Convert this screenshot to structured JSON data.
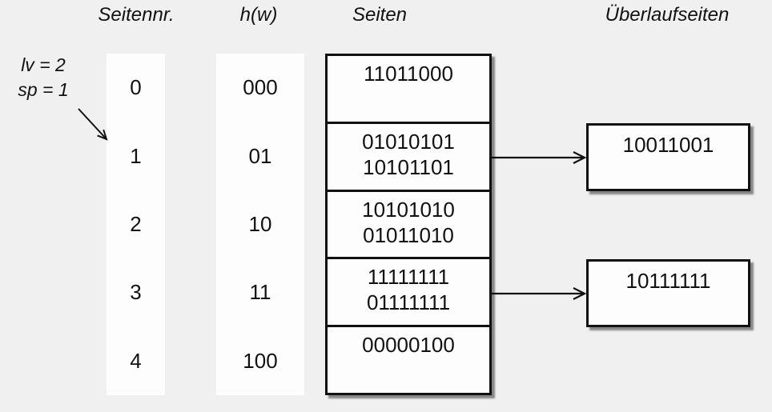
{
  "headers": {
    "page_no": "Seitennr.",
    "hash": "h(w)",
    "pages": "Seiten",
    "overflow": "Überlaufseiten"
  },
  "annotation": {
    "level": "lv = 2",
    "split_pointer": "sp = 1"
  },
  "rows": [
    {
      "page_no": "0",
      "hash": "000",
      "entries": [
        "11011000"
      ]
    },
    {
      "page_no": "1",
      "hash": "01",
      "entries": [
        "01010101",
        "10101101"
      ],
      "overflow": "10011001"
    },
    {
      "page_no": "2",
      "hash": "10",
      "entries": [
        "10101010",
        "01011010"
      ]
    },
    {
      "page_no": "3",
      "hash": "11",
      "entries": [
        "11111111",
        "01111111"
      ],
      "overflow": "10111111"
    },
    {
      "page_no": "4",
      "hash": "100",
      "entries": [
        "00000100"
      ]
    }
  ],
  "colors": {
    "background": "#f0f0f0",
    "box_fill": "#fdfdfd",
    "line": "#111111"
  },
  "icons": {
    "overflow_link": "right-arrow",
    "split_pointer": "diagonal-down-right-arrow"
  }
}
